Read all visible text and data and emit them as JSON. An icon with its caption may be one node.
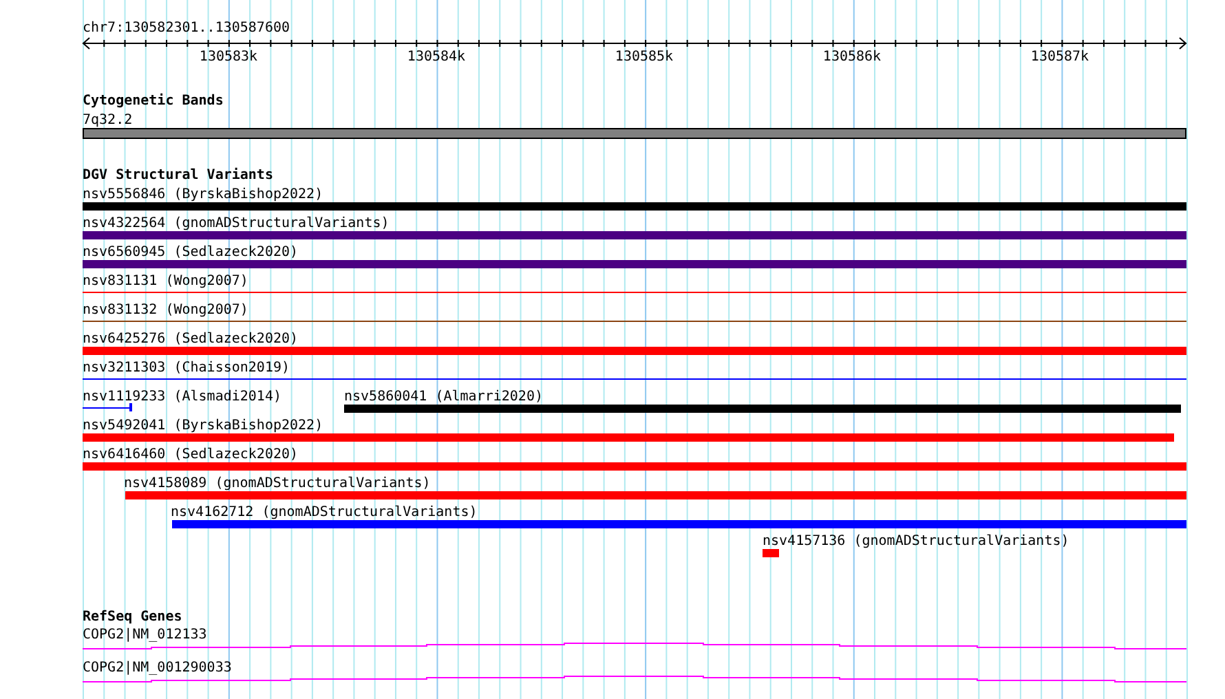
{
  "diagram": {
    "nodes": [
      {
        "text": [
          "7q32.2"
        ]
      },
      {
        "text": [
          "nsv5556846 (ByrskaBishop2022)"
        ]
      },
      {
        "text": [
          "nsv4322564 (gnomADStructuralVariants)"
        ]
      },
      {
        "text": [
          "nsv6560945 (Sedlazeck2020)"
        ]
      },
      {
        "text": [
          "nsv831131 (Wong2007)"
        ]
      },
      {
        "text": [
          "nsv831132 (Wong2007)"
        ]
      },
      {
        "text": [
          "nsv6425276 (Sedlazeck2020)"
        ]
      },
      {
        "text": [
          "nsv3211303 (Chaisson2019)"
        ]
      },
      {
        "text": [
          "nsv1119233 (Alsmadi2014)"
        ]
      },
      {
        "text": [
          "nsv5860041 (Almarri2020)"
        ]
      },
      {
        "text": [
          "nsv5492041 (ByrskaBishop2022)"
        ]
      },
      {
        "text": [
          "nsv6416460 (Sedlazeck2020)"
        ]
      },
      {
        "text": [
          "nsv4158089 (gnomADStructuralVariants)"
        ]
      },
      {
        "text": [
          "nsv4162712 (gnomADStructuralVariants)"
        ]
      },
      {
        "text": [
          "nsv4157136 (gnomADStructuralVariants)"
        ]
      },
      {
        "text": [
          "COPG2|NM_012133"
        ]
      },
      {
        "text": [
          "COPG2|NM_001290033"
        ]
      }
    ],
    "labels": [
      "chr7:130582301..130587600",
      "130583k",
      "130584k",
      "130585k",
      "130586k",
      "130587k",
      "Cytogenetic Bands",
      "DGV Structural Variants",
      "RefSeq Genes"
    ]
  }
}
